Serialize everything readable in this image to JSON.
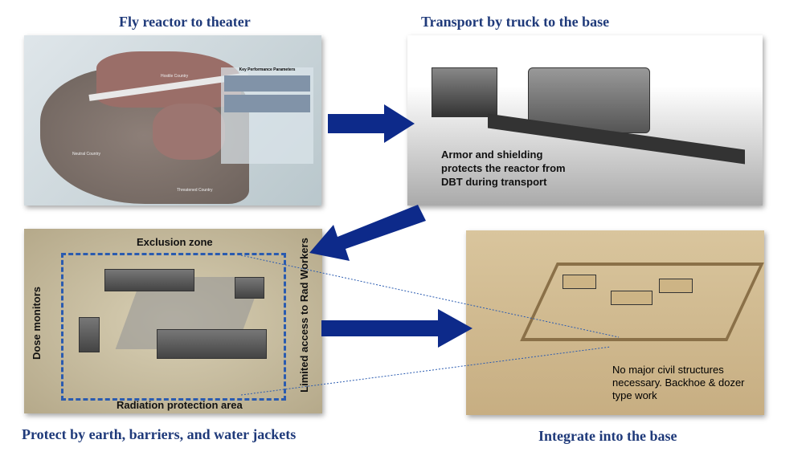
{
  "steps": [
    {
      "title": "Fly reactor to theater"
    },
    {
      "title": "Transport by truck to the base",
      "caption": "Armor and shielding protects the reactor from DBT during transport"
    },
    {
      "title": "Protect by earth, barriers, and water jackets",
      "labels": {
        "top": "Exclusion zone",
        "bottom": "Radiation protection area",
        "left": "Dose monitors",
        "right": "Limited access to Rad Workers"
      }
    },
    {
      "title": "Integrate into the base",
      "caption": "No major civil structures necessary. Backhoe & dozer type work"
    }
  ],
  "map": {
    "kpp_title": "Key Performance Parameters",
    "regions": [
      "Hostile Country",
      "Neutral Country",
      "Threatened Country"
    ]
  },
  "colors": {
    "title": "#1f3a7a",
    "arrow": "#0d2a8a",
    "dashed": "#2a5bb0"
  }
}
